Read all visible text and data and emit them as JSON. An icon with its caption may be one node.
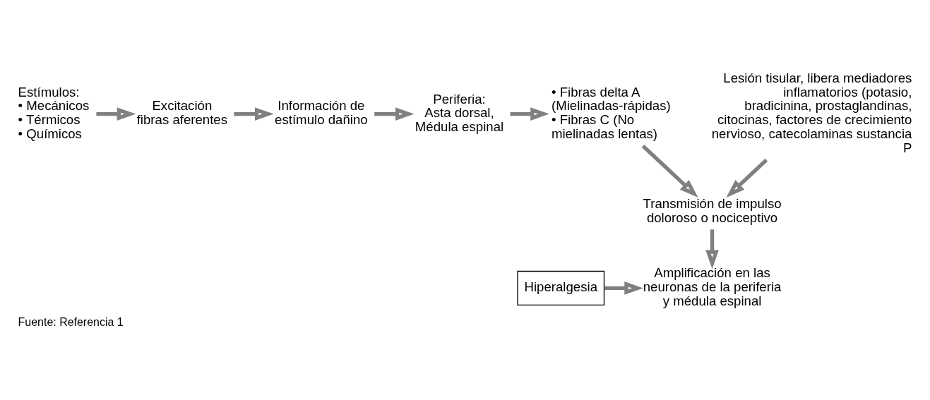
{
  "diagram": {
    "caption": "Fuente: Referencia 1",
    "nodes": [
      {
        "text": [
          "Estímulos:",
          "• Mecánicos",
          "• Térmicos",
          "• Químicos"
        ]
      },
      {
        "text": [
          "Excitación fibras aferentes"
        ]
      },
      {
        "text": [
          "Información de estímulo dañino"
        ]
      },
      {
        "text": [
          "Periferia: Asta dorsal, Médula espinal"
        ]
      },
      {
        "text": [
          "• Fibras delta A (Mielinadas-rápidas)",
          "• Fibras C (No mielinadas lentas)"
        ]
      },
      {
        "text": [
          "Lesión tisular, libera mediadores inflamatorios (potasio, bradicinina, prostaglandinas, citocinas, factores de crecimiento nervioso, catecolaminas sustancia P"
        ]
      },
      {
        "text": [
          "Transmisión de impulso doloroso o nociceptivo"
        ]
      },
      {
        "text": [
          "Amplificación en las neuronas de la periferia y médula espinal"
        ]
      },
      {
        "text": [
          "Hiperalgesia"
        ]
      }
    ],
    "edges": [
      {
        "from": 0,
        "to": 1,
        "arrow": "to"
      },
      {
        "from": 1,
        "to": 2,
        "arrow": "to"
      },
      {
        "from": 2,
        "to": 3,
        "arrow": "to"
      },
      {
        "from": 3,
        "to": 4,
        "arrow": "to"
      },
      {
        "from": 4,
        "to": 6,
        "arrow": "to"
      },
      {
        "from": 5,
        "to": 6,
        "arrow": "to"
      },
      {
        "from": 6,
        "to": 7,
        "arrow": "to"
      },
      {
        "from": 8,
        "to": 7,
        "arrow": "to"
      }
    ]
  }
}
